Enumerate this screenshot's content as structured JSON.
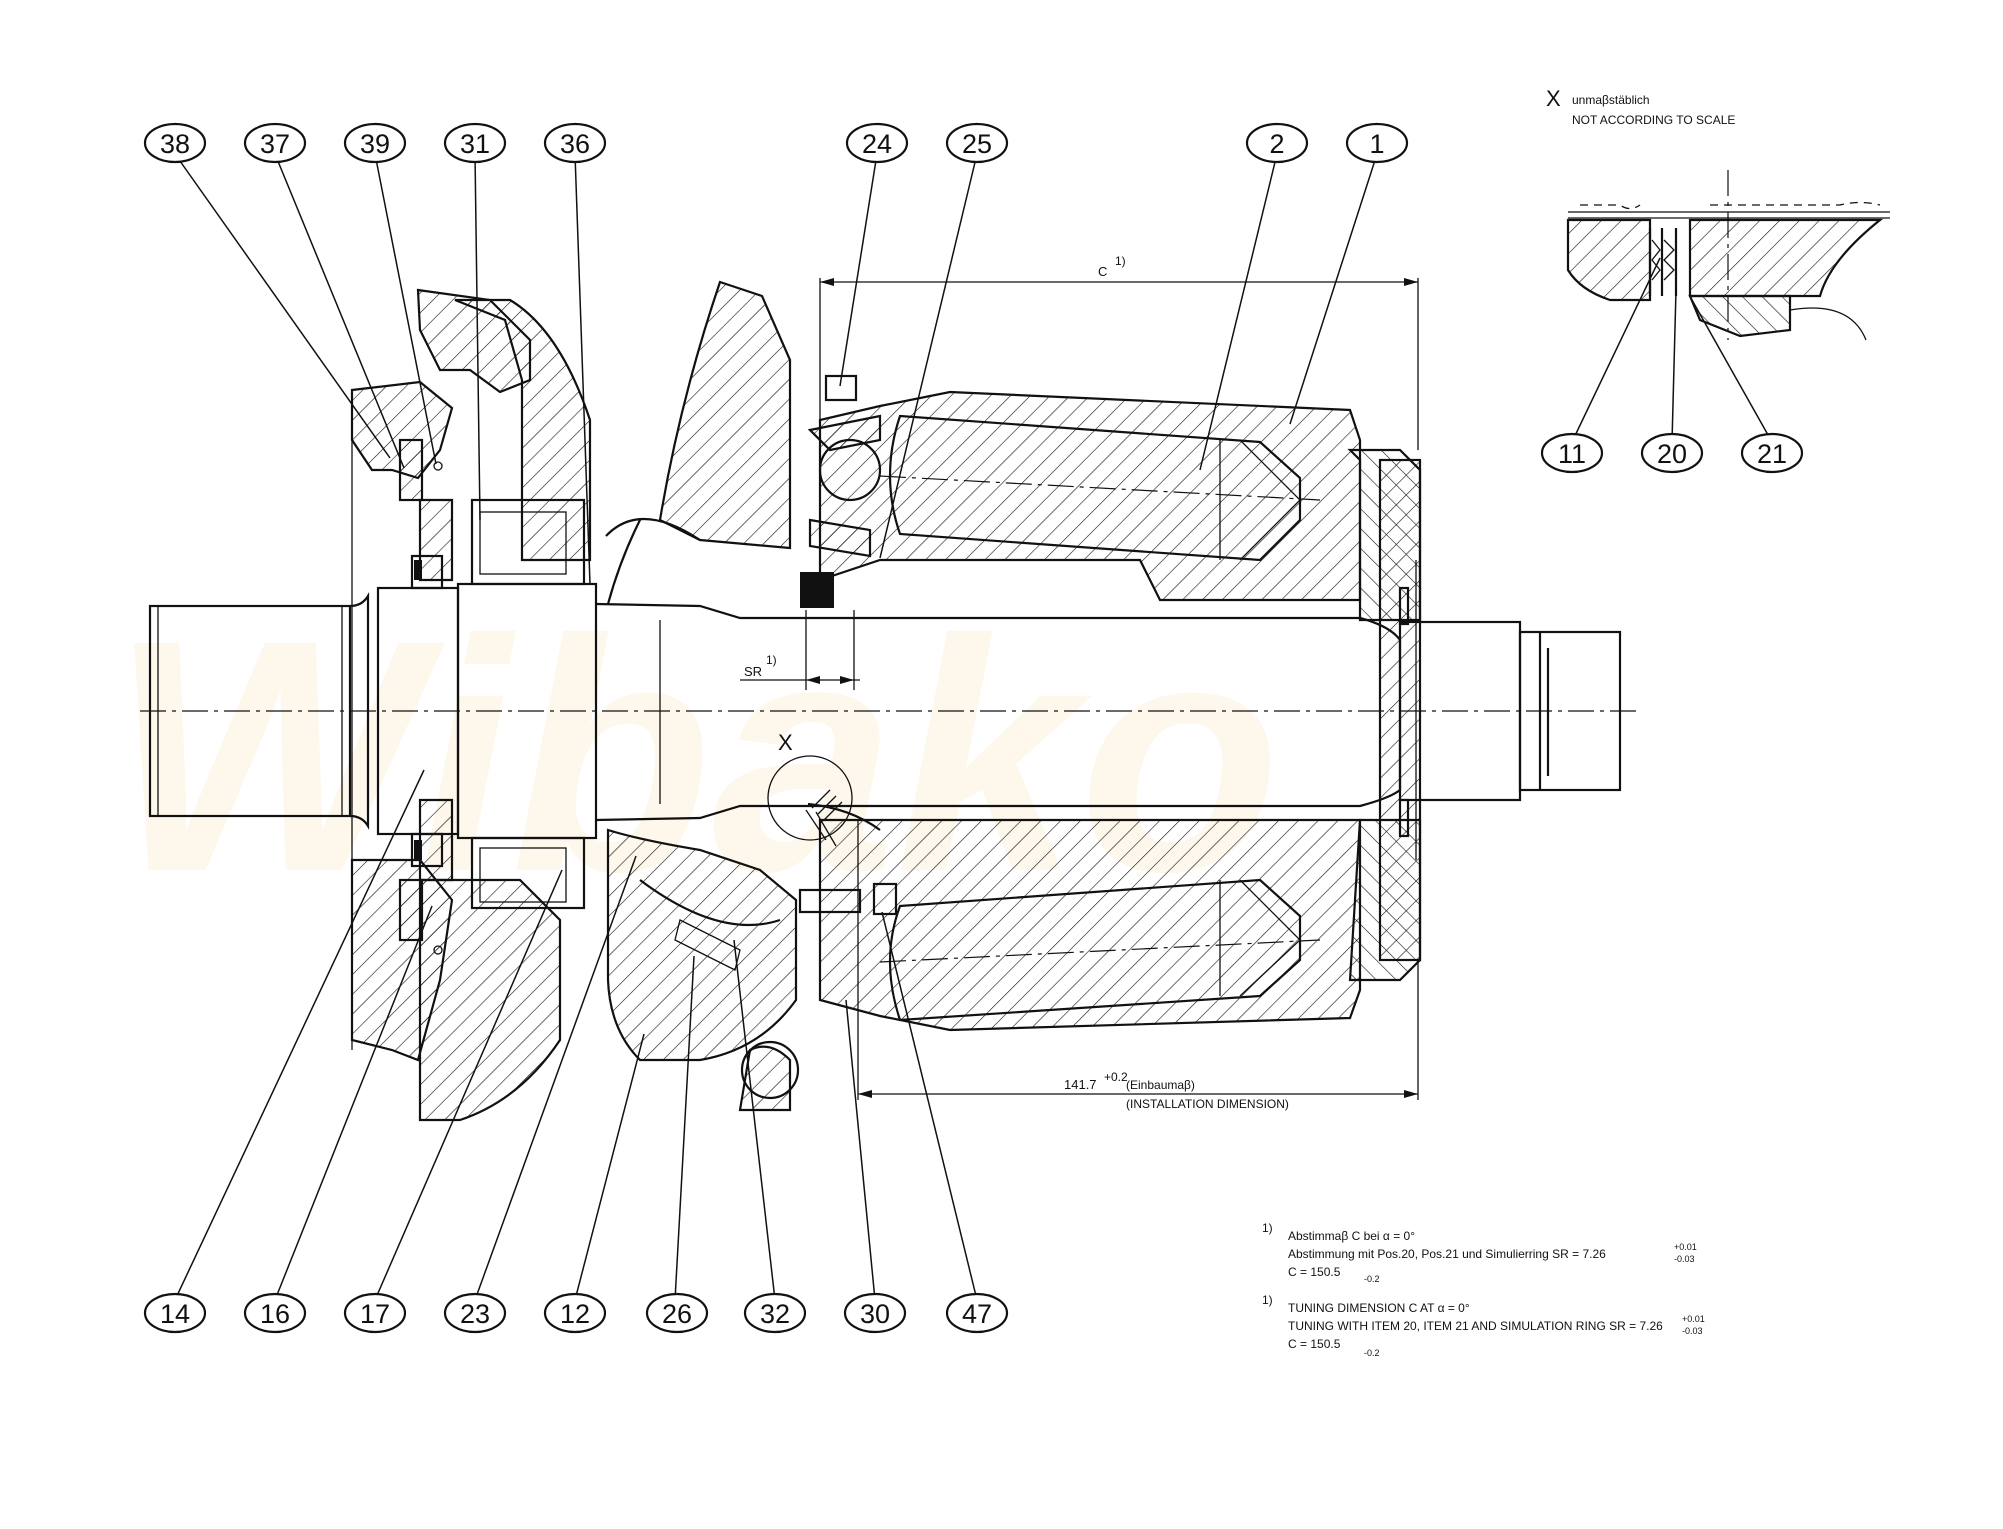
{
  "watermark": "Wibako",
  "detail": {
    "letter": "X",
    "german": "unmaβstäblich",
    "english": "NOT ACCORDING TO SCALE",
    "bubbles": [
      "11",
      "20",
      "21"
    ]
  },
  "bubbles_top": [
    "38",
    "37",
    "39",
    "31",
    "36",
    "24",
    "25",
    "2",
    "1"
  ],
  "bubbles_bottom": [
    "14",
    "16",
    "17",
    "23",
    "12",
    "26",
    "32",
    "30",
    "47"
  ],
  "dimensions": {
    "c_label": "C",
    "c_sup": "1)",
    "sr_label": "SR",
    "sr_sup": "1)",
    "x_marker": "X",
    "install_value": "141.7",
    "install_tol": "+0.2",
    "install_de": "(Einbaumaβ)",
    "install_en": "(INSTALLATION DIMENSION)"
  },
  "notes": {
    "de": {
      "marker": "1)",
      "line1": "Abstimmaβ C bei α = 0°",
      "line2": "Abstimmung mit Pos.20, Pos.21 und Simulierring SR = 7.26",
      "line2_tol_up": "+0.01",
      "line2_tol_dn": "-0.03",
      "line3": "C = 150.5",
      "line3_tol": "-0.2"
    },
    "en": {
      "marker": "1)",
      "line1": "TUNING DIMENSION C AT α = 0°",
      "line2": "TUNING WITH ITEM 20, ITEM 21 AND SIMULATION RING SR = 7.26",
      "line2_tol_up": "+0.01",
      "line2_tol_dn": "-0.03",
      "line3": "C = 150.5",
      "line3_tol": "-0.2"
    }
  }
}
